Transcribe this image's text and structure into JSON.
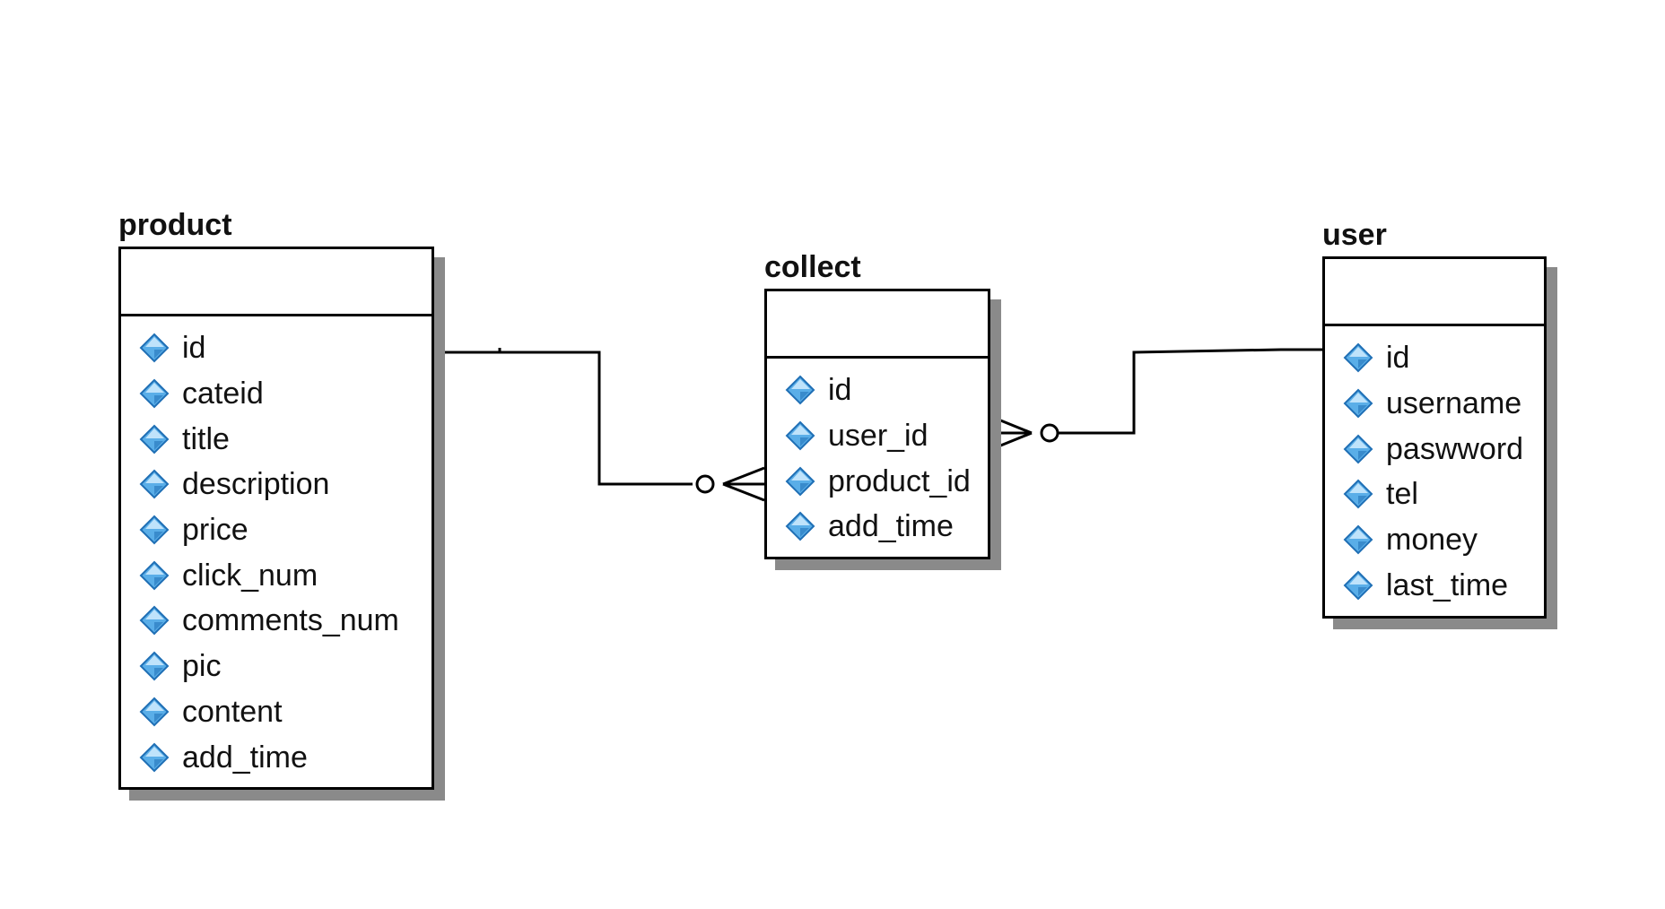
{
  "entities": [
    {
      "id": "product",
      "name": "product",
      "fields": [
        "id",
        "cateid",
        "title",
        "description",
        "price",
        "click_num",
        "comments_num",
        "pic",
        "content",
        "add_time"
      ]
    },
    {
      "id": "collect",
      "name": "collect",
      "fields": [
        "id",
        "user_id",
        "product_id",
        "add_time"
      ]
    },
    {
      "id": "user",
      "name": "user",
      "fields": [
        "id",
        "username",
        "paswword",
        "tel",
        "money",
        "last_time"
      ]
    }
  ],
  "relationships": [
    {
      "from": "product",
      "to": "collect",
      "from_cardinality": "one",
      "to_cardinality": "zero-or-many"
    },
    {
      "from": "user",
      "to": "collect",
      "from_cardinality": "one",
      "to_cardinality": "zero-or-many"
    }
  ],
  "colors": {
    "line": "#000000",
    "shadow": "#8a8a8a",
    "icon_light": "#bfe3fb",
    "icon_mid": "#5aaee8",
    "icon_dark": "#1f6fb5"
  },
  "icon": "attribute-diamond-icon"
}
